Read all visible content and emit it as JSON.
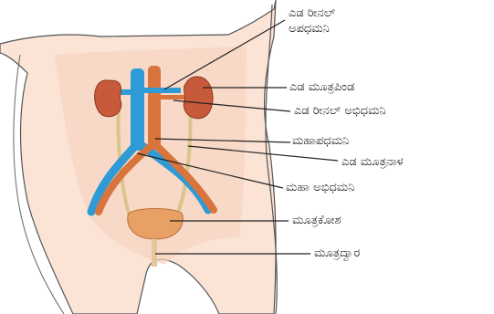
{
  "labels": {
    "left_renal_vein_line1": "ಎಡ ರೀನಲ್",
    "left_renal_vein_line2": "ಅಪಧಮನಿ",
    "left_kidney": "ಎಡ ಮೂತ್ರಪಿಂಡ",
    "left_renal_artery": "ಎಡ ರೀನಲ್ ಅಭಿಧಮನಿ",
    "vena_cava": "ಮಹಾಪಧಮನಿ",
    "left_ureter": "ಎಡ ಮೂತ್ರನಾಳ",
    "aorta": "ಮಹಾ ಅಭಿಧಮನಿ",
    "bladder": "ಮೂತ್ರಕೋಶ",
    "urethra": "ಮೂತ್ರದ್ವಾರ"
  },
  "colors": {
    "skin": "#fbe3d6",
    "skin_shadow": "#f5c9b4",
    "kidney": "#c65a3a",
    "vein_blue": "#2e9ad6",
    "artery_orange": "#d9743c",
    "ureter": "#e6d8a8",
    "bladder": "#e8a064",
    "leader_line": "#222222"
  }
}
